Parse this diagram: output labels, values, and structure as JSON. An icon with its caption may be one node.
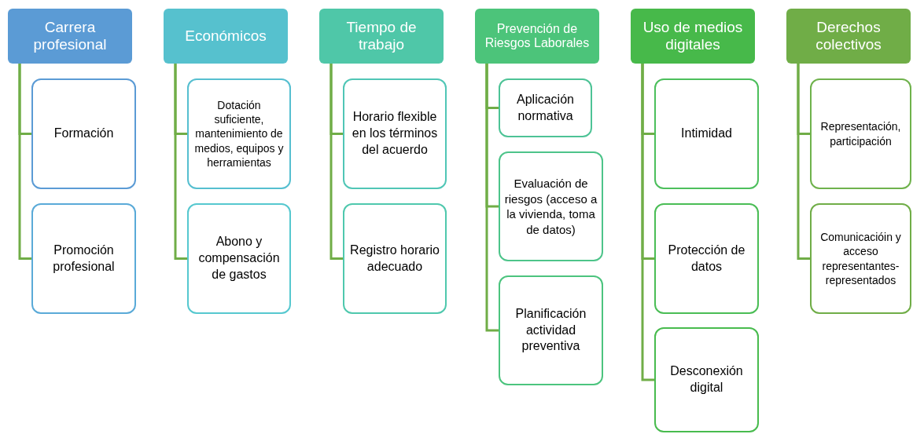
{
  "diagram": {
    "nodes": [
      {
        "text": [
          "Carrera profesional"
        ]
      },
      {
        "text": [
          "Formación"
        ]
      },
      {
        "text": [
          "Promoción profesional"
        ]
      },
      {
        "text": [
          "Económicos"
        ]
      },
      {
        "text": [
          "Dotación suficiente, mantenimiento de medios, equipos y herramientas"
        ]
      },
      {
        "text": [
          "Abono y compensación de gastos"
        ]
      },
      {
        "text": [
          "Tiempo de trabajo"
        ]
      },
      {
        "text": [
          "Horario flexible en los términos del acuerdo"
        ]
      },
      {
        "text": [
          "Registro horario adecuado"
        ]
      },
      {
        "text": [
          "Prevención de Riesgos Laborales"
        ]
      },
      {
        "text": [
          "Aplicación normativa"
        ]
      },
      {
        "text": [
          "Evaluación de riesgos (acceso a la vivienda, toma de datos)"
        ]
      },
      {
        "text": [
          "Planificación actividad preventiva"
        ]
      },
      {
        "text": [
          "Uso de medios digitales"
        ]
      },
      {
        "text": [
          "Intimidad"
        ]
      },
      {
        "text": [
          "Protección de datos"
        ]
      },
      {
        "text": [
          "Desconexión digital"
        ]
      },
      {
        "text": [
          "Derechos colectivos"
        ]
      },
      {
        "text": [
          "Representación, participación"
        ]
      },
      {
        "text": [
          "Comunicacióin y acceso representantes-representados"
        ]
      }
    ],
    "edges": [
      {
        "from": 0,
        "to": 1,
        "arrow": "none"
      },
      {
        "from": 0,
        "to": 2,
        "arrow": "none"
      },
      {
        "from": 3,
        "to": 4,
        "arrow": "none"
      },
      {
        "from": 3,
        "to": 5,
        "arrow": "none"
      },
      {
        "from": 6,
        "to": 7,
        "arrow": "none"
      },
      {
        "from": 6,
        "to": 8,
        "arrow": "none"
      },
      {
        "from": 9,
        "to": 10,
        "arrow": "none"
      },
      {
        "from": 9,
        "to": 11,
        "arrow": "none"
      },
      {
        "from": 9,
        "to": 12,
        "arrow": "none"
      },
      {
        "from": 13,
        "to": 14,
        "arrow": "none"
      },
      {
        "from": 13,
        "to": 15,
        "arrow": "none"
      },
      {
        "from": 13,
        "to": 16,
        "arrow": "none"
      },
      {
        "from": 17,
        "to": 18,
        "arrow": "none"
      },
      {
        "from": 17,
        "to": 19,
        "arrow": "none"
      }
    ]
  }
}
